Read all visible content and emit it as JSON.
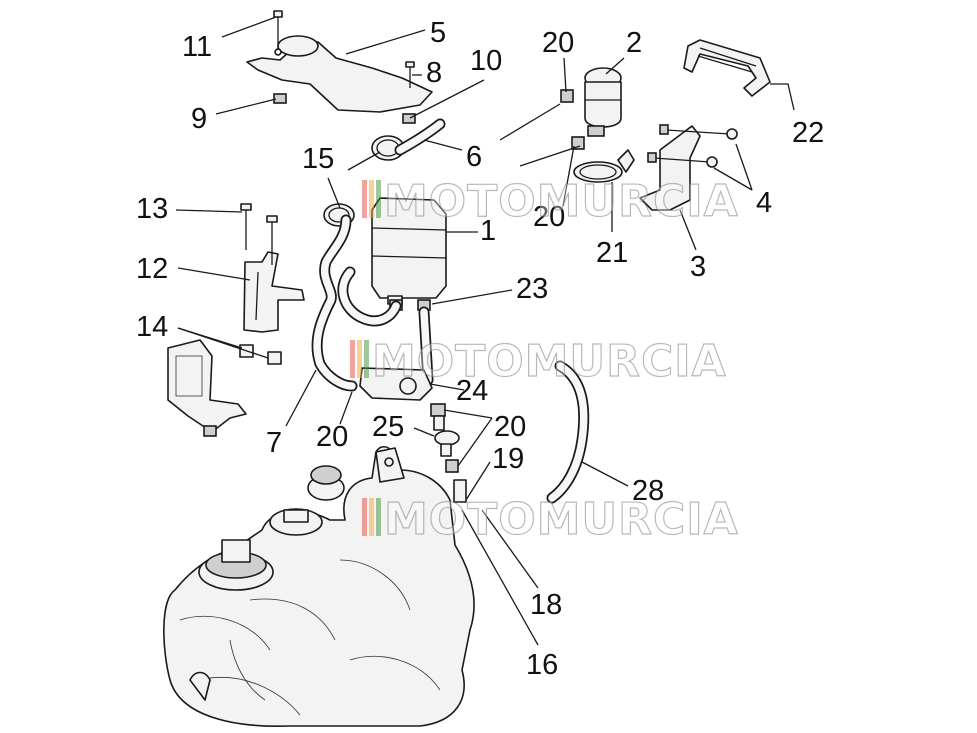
{
  "diagram": {
    "callouts": [
      {
        "id": "c11",
        "text": "11"
      },
      {
        "id": "c5",
        "text": "5"
      },
      {
        "id": "c8",
        "text": "8"
      },
      {
        "id": "c10",
        "text": "10"
      },
      {
        "id": "c9",
        "text": "9"
      },
      {
        "id": "c20a",
        "text": "20"
      },
      {
        "id": "c2",
        "text": "2"
      },
      {
        "id": "c22",
        "text": "22"
      },
      {
        "id": "c15",
        "text": "15"
      },
      {
        "id": "c6",
        "text": "6"
      },
      {
        "id": "c13",
        "text": "13"
      },
      {
        "id": "c1",
        "text": "1"
      },
      {
        "id": "c20b",
        "text": "20"
      },
      {
        "id": "c21",
        "text": "21"
      },
      {
        "id": "c4",
        "text": "4"
      },
      {
        "id": "c3",
        "text": "3"
      },
      {
        "id": "c12",
        "text": "12"
      },
      {
        "id": "c23",
        "text": "23"
      },
      {
        "id": "c14",
        "text": "14"
      },
      {
        "id": "c24",
        "text": "24"
      },
      {
        "id": "c7",
        "text": "7"
      },
      {
        "id": "c20c",
        "text": "20"
      },
      {
        "id": "c25",
        "text": "25"
      },
      {
        "id": "c20d",
        "text": "20"
      },
      {
        "id": "c19",
        "text": "19"
      },
      {
        "id": "c28",
        "text": "28"
      },
      {
        "id": "c18",
        "text": "18"
      },
      {
        "id": "c16",
        "text": "16"
      }
    ],
    "watermark": {
      "text": "MOTOMURCIA",
      "stripe_colors": [
        "#e8463a",
        "#f2a531",
        "#3f8f3a"
      ]
    }
  }
}
